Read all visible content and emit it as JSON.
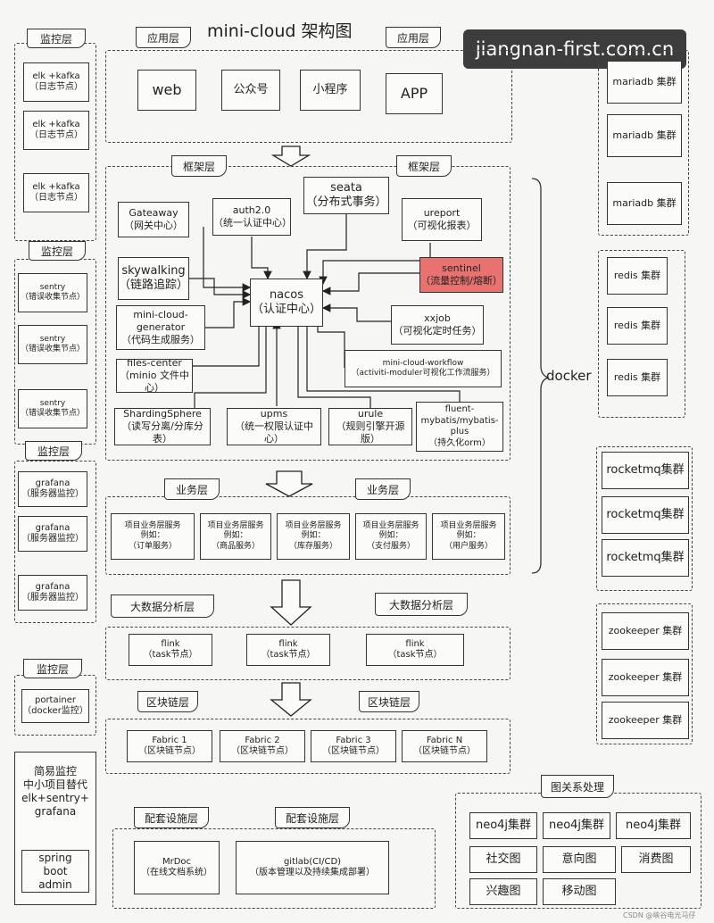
{
  "title": "mini-cloud 架构图",
  "watermark": "jiangnan-first.com.cn",
  "footer": "CSDN @峡谷电光马仔",
  "docker_label": "docker",
  "left_monitoring": {
    "elk": {
      "label": "监控层",
      "items": [
        "elk +kafka\n（日志节点）",
        "elk +kafka\n（日志节点）",
        "elk +kafka\n（日志节点）"
      ]
    },
    "sentry": {
      "label": "监控层",
      "items": [
        "sentry\n（错误收集节点）",
        "sentry\n（错误收集节点）",
        "sentry\n（错误收集节点）"
      ]
    },
    "grafana": {
      "label": "监控层",
      "items": [
        "grafana\n（服务器监控）",
        "grafana\n（服务器监控）",
        "grafana\n（服务器监控）"
      ]
    },
    "portainer": {
      "label": "监控层",
      "items": [
        "portainer\n（docker监控）"
      ]
    },
    "simple": {
      "text": "简易监控\n中小项目替代\nelk+sentry+\ngrafana",
      "admin": "spring\nboot\nadmin"
    }
  },
  "app_layer": {
    "labels": [
      "应用层",
      "应用层"
    ],
    "items": [
      "web",
      "公众号",
      "小程序",
      "APP"
    ]
  },
  "framework_layer": {
    "labels": [
      "框架层",
      "框架层"
    ],
    "center": "nacos\n（认证中心）",
    "nodes": {
      "gateway": "Gateaway\n（网关中心）",
      "auth": "auth2.0\n（统一认证中心）",
      "seata": "seata\n（分布式事务）",
      "ureport": "ureport\n（可视化报表）",
      "skywalking": "skywalking\n（链路追踪）",
      "sentinel": "sentinel\n（流量控制/熔断）",
      "generator": "mini-cloud-\ngenerator\n（代码生成服务）",
      "xxjob": "xxjob\n（可视化定时任务）",
      "files": "files-center\n（minio 文件中心）",
      "workflow": "mini-cloud-workflow\n（activiti-moduler可视化工作流服务）",
      "sharding": "ShardingSphere\n（读写分离/分库分表）",
      "upms": "upms\n（统一权限认证中心）",
      "urule": "urule\n（规则引擎开源版）",
      "mybatis": "fluent-\nmybatis/mybatis-\nplus\n（持久化orm）"
    }
  },
  "business_layer": {
    "labels": [
      "业务层",
      "业务层"
    ],
    "items": [
      "项目业务层服务\n例如：\n（订单服务）",
      "项目业务层服务\n例如：\n（商品服务）",
      "项目业务层服务\n例如：\n（库存服务）",
      "项目业务层服务\n例如：\n（支付服务）",
      "项目业务层服务\n例如：\n（用户服务）"
    ]
  },
  "bigdata_layer": {
    "labels": [
      "大数据分析层",
      "大数据分析层"
    ],
    "items": [
      "flink\n（task节点）",
      "flink\n（task节点）",
      "flink\n（task节点）"
    ]
  },
  "blockchain_layer": {
    "labels": [
      "区块链层",
      "区块链层"
    ],
    "items": [
      "Fabric 1\n（区块链节点）",
      "Fabric 2\n（区块链节点）",
      "Fabric 3\n（区块链节点）",
      "Fabric N\n（区块链节点）"
    ]
  },
  "infra_layer": {
    "labels": [
      "配套设施层",
      "配套设施层"
    ],
    "items": [
      "MrDoc\n（在线文档系统）",
      "gitlab(CI/CD)\n（版本管理以及持续集成部署）"
    ]
  },
  "right_clusters": {
    "mariadb": [
      "mariadb 集群",
      "mariadb 集群",
      "mariadb 集群"
    ],
    "redis": [
      "redis 集群",
      "redis 集群",
      "redis 集群"
    ],
    "rocketmq": [
      "rocketmq集群",
      "rocketmq集群",
      "rocketmq集群"
    ],
    "zookeeper": [
      "zookeeper 集群",
      "zookeeper 集群",
      "zookeeper 集群"
    ]
  },
  "graph": {
    "label": "图关系处理",
    "neo4j": [
      "neo4j集群",
      "neo4j集群",
      "neo4j集群"
    ],
    "items": [
      "社交图",
      "意向图",
      "消费图",
      "兴趣图",
      "移动图"
    ]
  }
}
